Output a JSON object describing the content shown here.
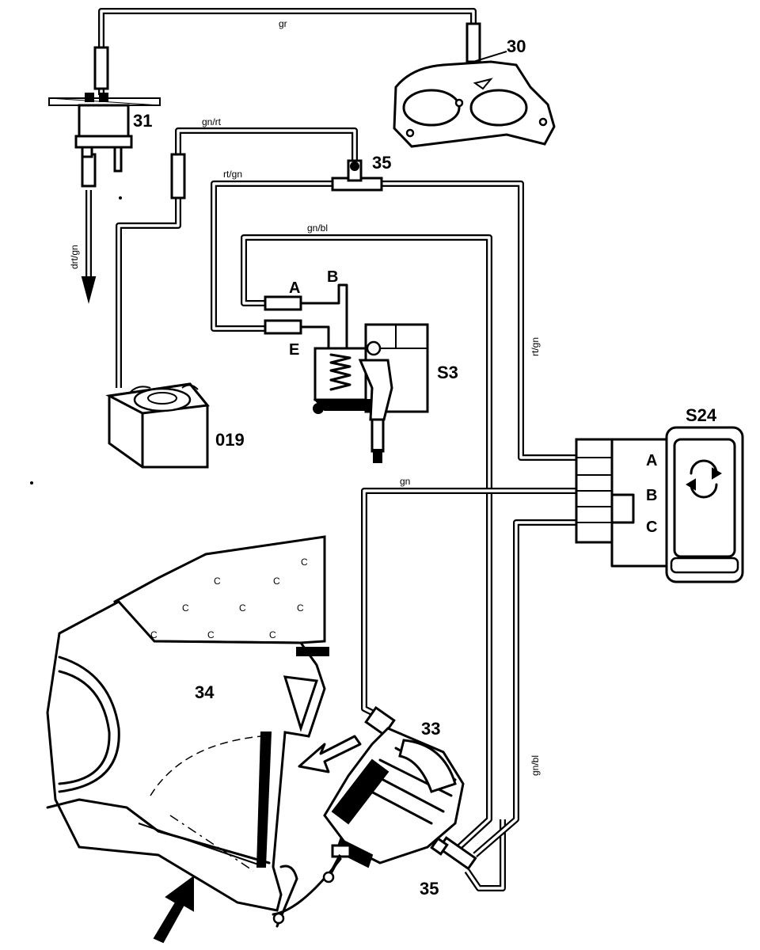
{
  "components": {
    "c30": "30",
    "c31": "31",
    "c35_top": "35",
    "c35_bottom": "35",
    "c019": "019",
    "s3": "S3",
    "s24": "S24",
    "c33": "33",
    "c34": "34"
  },
  "pins": {
    "s3_a": "A",
    "s3_b": "B",
    "s3_e": "E",
    "s24_a": "A",
    "s24_b": "B",
    "s24_c": "C"
  },
  "wire_colors": {
    "top": "gr",
    "gn_rt": "gn/rt",
    "rt_gn_top": "rt/gn",
    "gn_bl_top": "gn/bl",
    "drt_gn": "drt/gn",
    "rt_gn_right": "rt/gn",
    "gn": "gn",
    "gn_bl_bottom": "gn/bl"
  },
  "icons": {
    "s24_symbol": "circular-arrows-icon",
    "airflow": "airflow-arrow-icon",
    "intake_arrow": "intake-arrow-icon"
  }
}
